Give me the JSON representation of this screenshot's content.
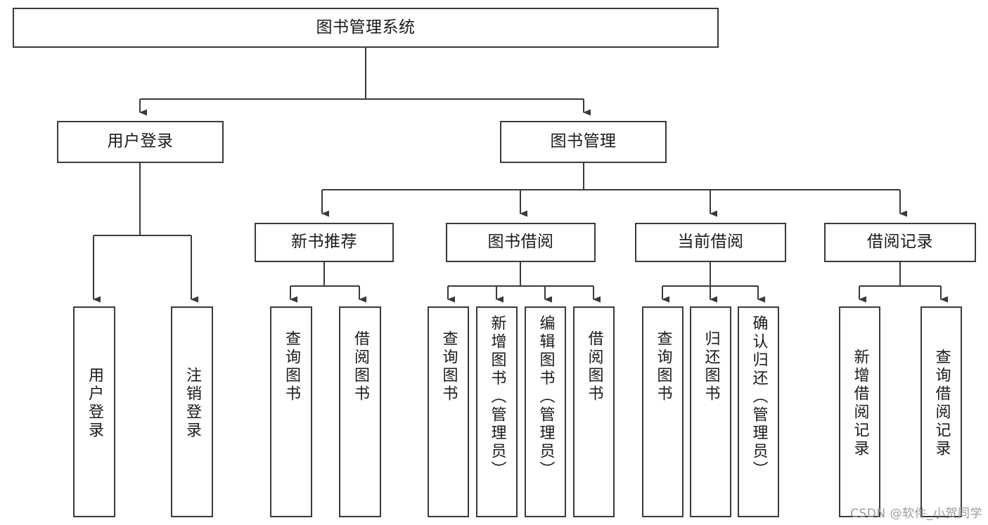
{
  "diagram": {
    "title": "图书管理系统",
    "type": "tree-hierarchy",
    "watermark": "CSDN @软件_小贺同学",
    "line_color": "#3a3a3a",
    "box_fill": "#ffffff",
    "text_color": "#1a1a1a",
    "root": {
      "label": "图书管理系统"
    },
    "level2": [
      {
        "label": "用户登录"
      },
      {
        "label": "图书管理"
      }
    ],
    "level3": [
      {
        "label": "新书推荐"
      },
      {
        "label": "图书借阅"
      },
      {
        "label": "当前借阅"
      },
      {
        "label": "借阅记录"
      }
    ],
    "leaves": {
      "user_login": [
        {
          "label": "用户登录"
        },
        {
          "label": "注销登录"
        }
      ],
      "new_book_recommend": [
        {
          "label": "查询图书"
        },
        {
          "label": "借阅图书"
        }
      ],
      "book_borrow": [
        {
          "label": "查询图书"
        },
        {
          "label": "新增图书（管理员）"
        },
        {
          "label": "编辑图书（管理员）"
        },
        {
          "label": "借阅图书"
        }
      ],
      "current_borrow": [
        {
          "label": "查询图书"
        },
        {
          "label": "归还图书"
        },
        {
          "label": "确认归还（管理员）"
        }
      ],
      "borrow_record": [
        {
          "label": "新增借阅记录"
        },
        {
          "label": "查询借阅记录"
        }
      ]
    }
  }
}
